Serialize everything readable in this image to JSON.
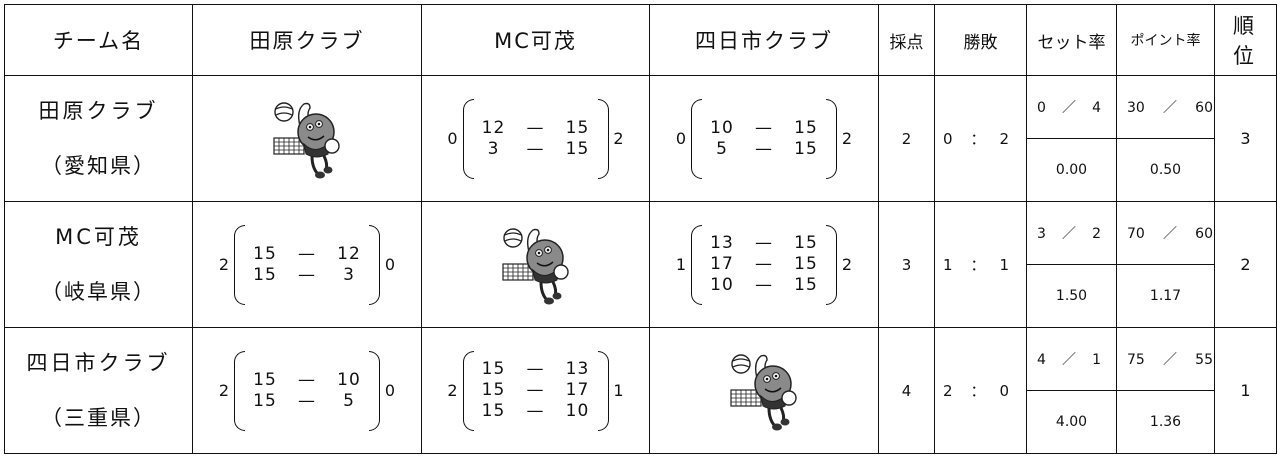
{
  "headers": {
    "team": "チーム名",
    "col1": "田原クラブ",
    "col2": "MC可茂",
    "col3": "四日市クラブ",
    "points": "採点",
    "wl": "勝敗",
    "set_rate": "セット率",
    "point_rate": "ポイント率",
    "rank": "順位"
  },
  "rows": [
    {
      "name": "田原クラブ",
      "pref": "（愛知県）",
      "matches": [
        null,
        {
          "left": "0",
          "right": "2",
          "sets": [
            [
              "12",
              "15"
            ],
            [
              "3",
              "15"
            ]
          ]
        },
        {
          "left": "0",
          "right": "2",
          "sets": [
            [
              "10",
              "15"
            ],
            [
              "5",
              "15"
            ]
          ]
        }
      ],
      "points": "2",
      "win": "0",
      "loss": "2",
      "set_won": "0",
      "set_lost": "4",
      "set_rate": "0.00",
      "pt_won": "30",
      "pt_lost": "60",
      "pt_rate": "0.50",
      "rank": "3"
    },
    {
      "name": "MC可茂",
      "pref": "（岐阜県）",
      "matches": [
        {
          "left": "2",
          "right": "0",
          "sets": [
            [
              "15",
              "12"
            ],
            [
              "15",
              "3"
            ]
          ]
        },
        null,
        {
          "left": "1",
          "right": "2",
          "sets": [
            [
              "13",
              "15"
            ],
            [
              "17",
              "15"
            ],
            [
              "10",
              "15"
            ]
          ]
        }
      ],
      "points": "3",
      "win": "1",
      "loss": "1",
      "set_won": "3",
      "set_lost": "2",
      "set_rate": "1.50",
      "pt_won": "70",
      "pt_lost": "60",
      "pt_rate": "1.17",
      "rank": "2"
    },
    {
      "name": "四日市クラブ",
      "pref": "（三重県）",
      "matches": [
        {
          "left": "2",
          "right": "0",
          "sets": [
            [
              "15",
              "10"
            ],
            [
              "15",
              "5"
            ]
          ]
        },
        {
          "left": "2",
          "right": "1",
          "sets": [
            [
              "15",
              "13"
            ],
            [
              "15",
              "17"
            ],
            [
              "15",
              "10"
            ]
          ]
        },
        null
      ],
      "points": "4",
      "win": "2",
      "loss": "0",
      "set_won": "4",
      "set_lost": "1",
      "set_rate": "4.00",
      "pt_won": "75",
      "pt_lost": "55",
      "pt_rate": "1.36",
      "rank": "1"
    }
  ],
  "symbols": {
    "dash": "—",
    "colon": "：",
    "slash": "／"
  },
  "icons": {
    "mascot": "volleyball-mascot-icon"
  }
}
